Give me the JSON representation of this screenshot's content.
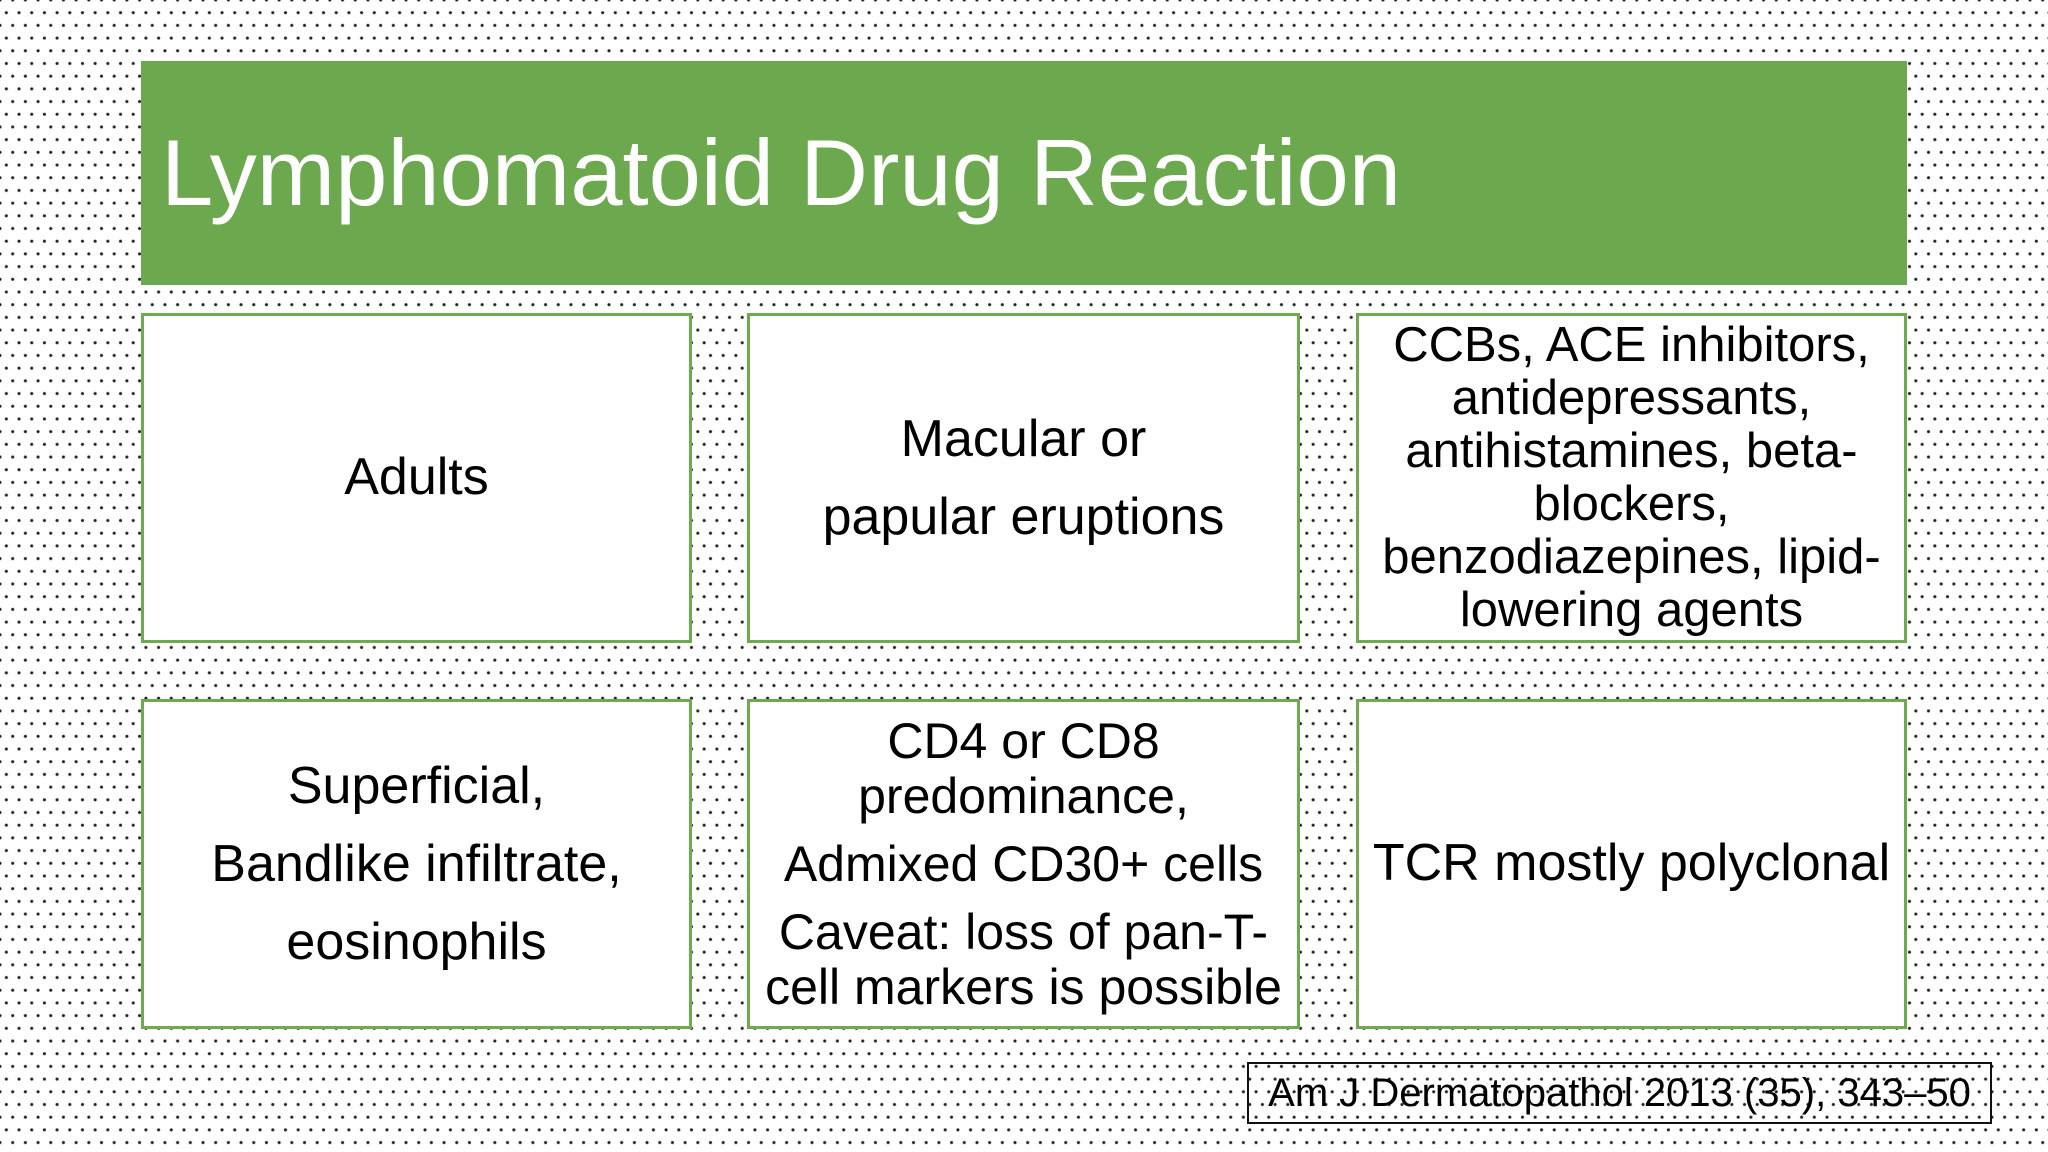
{
  "slide": {
    "title": "Lymphomatoid Drug Reaction",
    "theme": {
      "banner_green": "#6CA94E",
      "box_border_green": "#70AA4E",
      "box_fill": "#ffffff",
      "text_color": "#000000",
      "title_color": "#ffffff",
      "background_dot_color": "#1e1e1e"
    },
    "boxes": [
      {
        "name": "demographics",
        "paragraphs": [
          "Adults"
        ]
      },
      {
        "name": "clinical-presentation",
        "paragraphs": [
          "Macular or",
          "papular eruptions"
        ]
      },
      {
        "name": "causative-drugs",
        "paragraphs": [
          "CCBs, ACE inhibitors,\nantidepressants,\nantihistamines, beta-\nblockers,\nbenzodiazepines, lipid-\nlowering agents"
        ]
      },
      {
        "name": "histopathology",
        "paragraphs": [
          "Superficial,",
          "Bandlike infiltrate,",
          "eosinophils"
        ]
      },
      {
        "name": "immunophenotype",
        "paragraphs": [
          "CD4 or CD8\npredominance,",
          "Admixed CD30+ cells",
          "Caveat: loss of pan-T-\ncell markers is possible"
        ]
      },
      {
        "name": "molecular",
        "paragraphs": [
          "TCR mostly polyclonal"
        ]
      }
    ],
    "citation": "Am J Dermatopathol 2013 (35), 343–50"
  }
}
